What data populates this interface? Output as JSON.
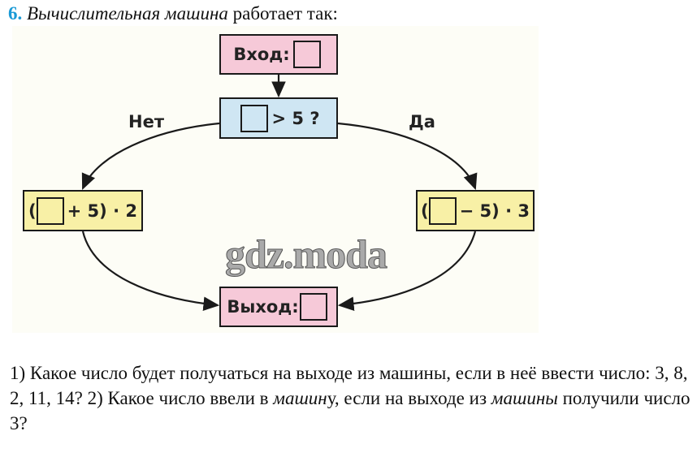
{
  "title": {
    "number": "6.",
    "italic": "Вычислительная машина",
    "rest": " работает так:"
  },
  "diagram": {
    "input_label": "Вход:",
    "condition": "> 5 ?",
    "no_label": "Нет",
    "yes_label": "Да",
    "left_open": "(",
    "left_rest": "+ 5) · 2",
    "right_open": "(",
    "right_rest": "− 5) · 3",
    "output_label": "Выход:",
    "watermark": "gdz.moda",
    "colors": {
      "pink": "#f6c9d8",
      "blue": "#cfe6f3",
      "yellow": "#f8f0a6"
    }
  },
  "question": {
    "p1": "1) Какое число будет получаться на выходе из машины, если в неё ввести число: 3, 8, 2, 11, 14? 2) Какое число ввели в ",
    "i1": "машин",
    "p2": "у, если на выходе из ",
    "i2": "машины",
    "p3": " получили число 3?"
  }
}
